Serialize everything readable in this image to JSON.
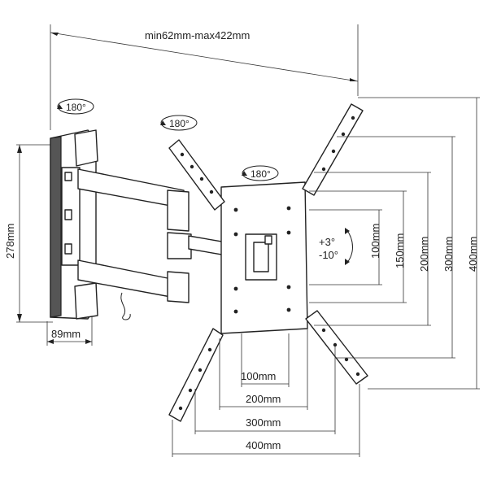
{
  "diagram": {
    "type": "tv-wall-mount-dimension-drawing",
    "colors": {
      "line": "#222222",
      "background": "#ffffff",
      "shade": "#555555"
    },
    "labels": {
      "arm_extension": "min62mm-max422mm",
      "height": "278mm",
      "depth": "89mm",
      "rotate_wall": "180°",
      "rotate_arm": "180°",
      "rotate_plate": "180°",
      "tilt_up": "+3°",
      "tilt_down": "-10°"
    },
    "vesa_vertical": [
      "100mm",
      "150mm",
      "200mm",
      "300mm",
      "400mm"
    ],
    "vesa_horizontal": [
      "100mm",
      "200mm",
      "300mm",
      "400mm"
    ]
  }
}
